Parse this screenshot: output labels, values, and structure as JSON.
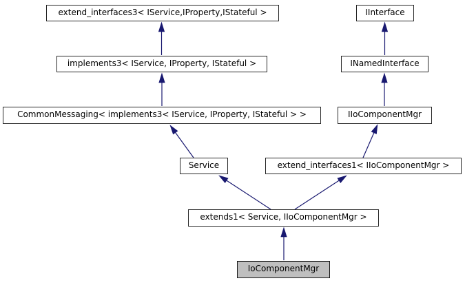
{
  "diagram": {
    "type": "class-inheritance-graph",
    "colors": {
      "background": "#ffffff",
      "node_border": "#262626",
      "node_fill": "#ffffff",
      "current_node_fill": "#bfbfbf",
      "arrow": "#191970"
    },
    "nodes": [
      {
        "id": "extend_interfaces3",
        "label": "extend_interfaces3< IService,IProperty,IStateful >",
        "current": false
      },
      {
        "id": "IInterface",
        "label": "IInterface",
        "current": false
      },
      {
        "id": "implements3",
        "label": "implements3< IService, IProperty, IStateful >",
        "current": false
      },
      {
        "id": "INamedInterface",
        "label": "INamedInterface",
        "current": false
      },
      {
        "id": "CommonMessaging",
        "label": "CommonMessaging< implements3< IService, IProperty, IStateful > >",
        "current": false
      },
      {
        "id": "IIoComponentMgr",
        "label": "IIoComponentMgr",
        "current": false
      },
      {
        "id": "Service",
        "label": "Service",
        "current": false
      },
      {
        "id": "extend_interfaces1",
        "label": "extend_interfaces1< IIoComponentMgr >",
        "current": false
      },
      {
        "id": "extends1",
        "label": "extends1< Service, IIoComponentMgr >",
        "current": false
      },
      {
        "id": "IoComponentMgr",
        "label": "IoComponentMgr",
        "current": true
      }
    ],
    "edges": [
      {
        "from": "implements3",
        "to": "extend_interfaces3",
        "relation": "inherits"
      },
      {
        "from": "CommonMessaging",
        "to": "implements3",
        "relation": "inherits"
      },
      {
        "from": "INamedInterface",
        "to": "IInterface",
        "relation": "inherits"
      },
      {
        "from": "IIoComponentMgr",
        "to": "INamedInterface",
        "relation": "inherits"
      },
      {
        "from": "Service",
        "to": "CommonMessaging",
        "relation": "inherits"
      },
      {
        "from": "extend_interfaces1",
        "to": "IIoComponentMgr",
        "relation": "inherits"
      },
      {
        "from": "extends1",
        "to": "Service",
        "relation": "inherits"
      },
      {
        "from": "extends1",
        "to": "extend_interfaces1",
        "relation": "inherits"
      },
      {
        "from": "IoComponentMgr",
        "to": "extends1",
        "relation": "inherits"
      }
    ]
  }
}
